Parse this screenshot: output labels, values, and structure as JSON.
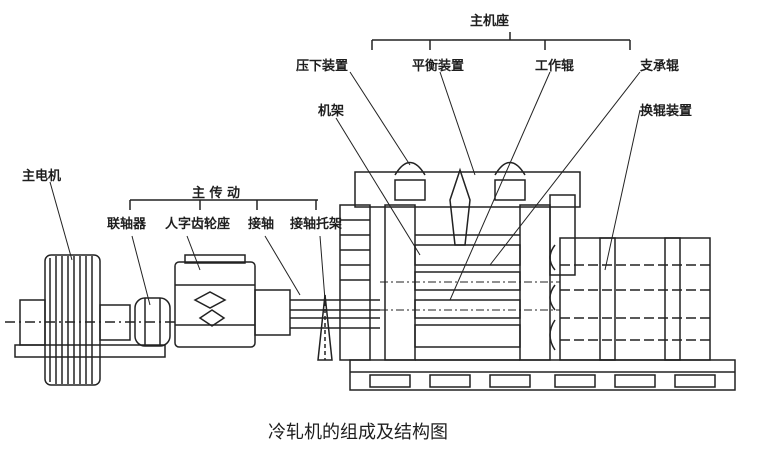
{
  "labels": {
    "main_stand": "主机座",
    "screwdown": "压下装置",
    "balance": "平衡装置",
    "work_roll": "工作辊",
    "backup_roll": "支承辊",
    "housing": "机架",
    "roll_change": "换辊装置",
    "main_motor": "主电机",
    "main_drive": "主 传 动",
    "coupling": "联轴器",
    "pinion_stand": "人字齿轮座",
    "spindle": "接轴",
    "spindle_support": "接轴托架"
  },
  "caption": "冷轧机的组成及结构图"
}
